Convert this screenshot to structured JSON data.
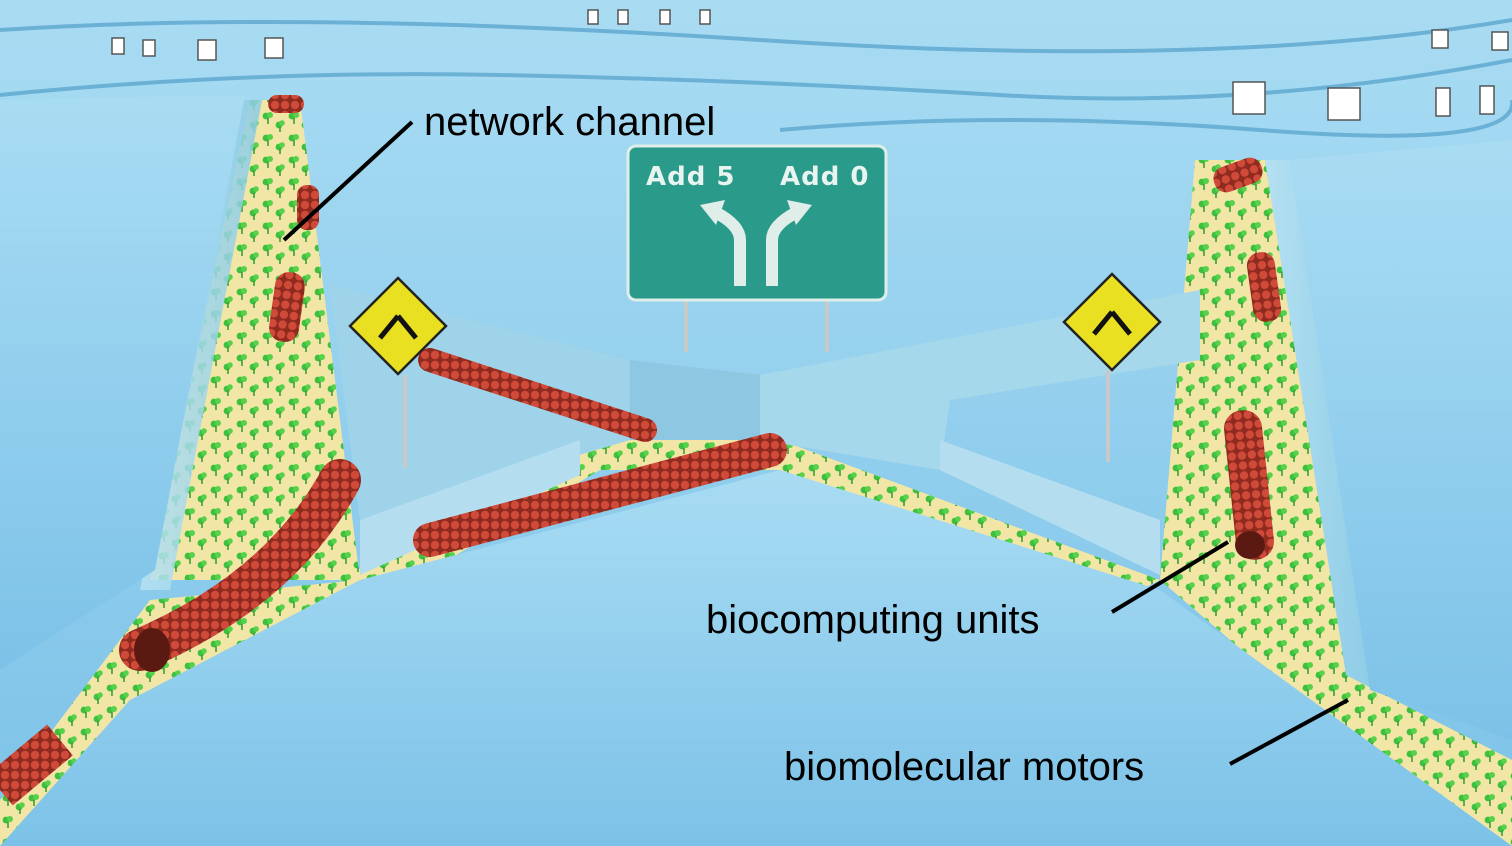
{
  "labels": {
    "network_channel": "network channel",
    "biocomputing_units": "biocomputing units",
    "biomolecular_motors": "biomolecular motors"
  },
  "sign": {
    "left_text": "Add 5",
    "right_text": "Add 0"
  },
  "colors": {
    "plateau": "#7cc4ea",
    "wall": "#a8d8ea",
    "channel_floor": "#f1e6a6",
    "filament": "#c0392b",
    "motor": "#3fbf3f",
    "sign_green": "#2a9a8a",
    "warning_yellow": "#e8e020"
  },
  "icons": [
    "split-arrow-icon",
    "no-turn-sign-icon",
    "fork-arrows-icon"
  ]
}
